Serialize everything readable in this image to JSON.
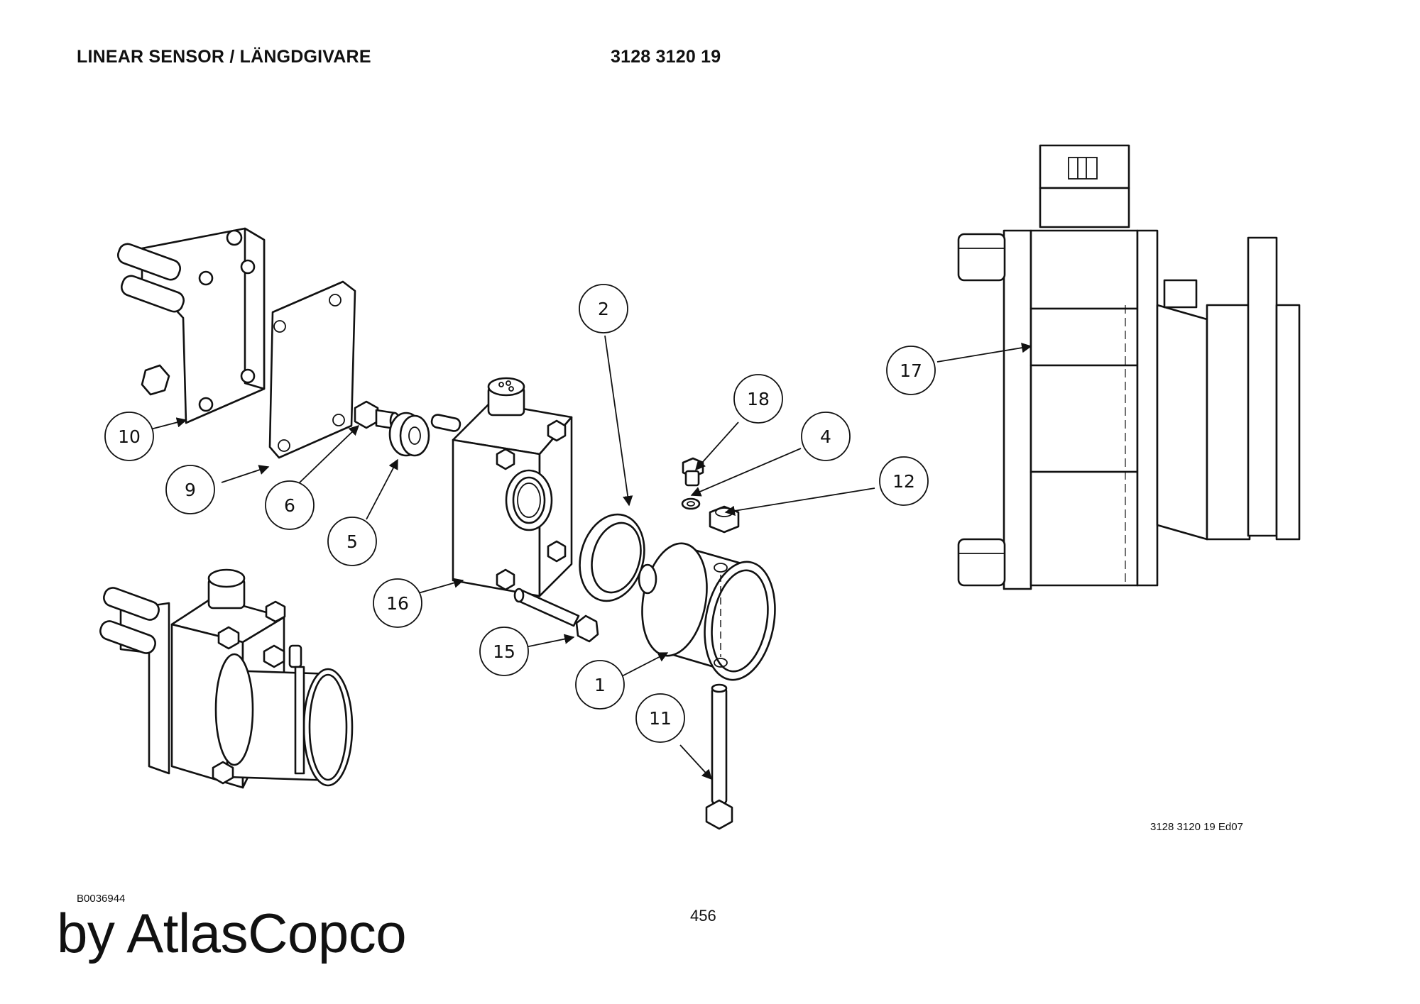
{
  "header": {
    "title": "LINEAR SENSOR / LÄNGDGIVARE",
    "part_number": "3128 3120 19"
  },
  "callouts": [
    "1",
    "2",
    "4",
    "5",
    "6",
    "9",
    "10",
    "11",
    "12",
    "15",
    "16",
    "17",
    "18"
  ],
  "footer": {
    "drawing_ref": "3128 3120 19 Ed07",
    "doc_id": "B0036944",
    "page_number": "456",
    "brand": "by AtlasCopco"
  }
}
